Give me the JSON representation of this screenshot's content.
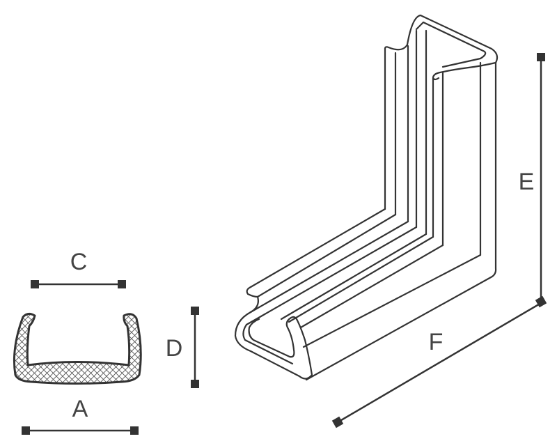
{
  "dimension_labels": {
    "a": "A",
    "c": "C",
    "d": "D",
    "e": "E",
    "f": "F"
  },
  "colors": {
    "line": "#333333",
    "marker": "#333333",
    "background": "#ffffff",
    "hatch": "#555555"
  }
}
